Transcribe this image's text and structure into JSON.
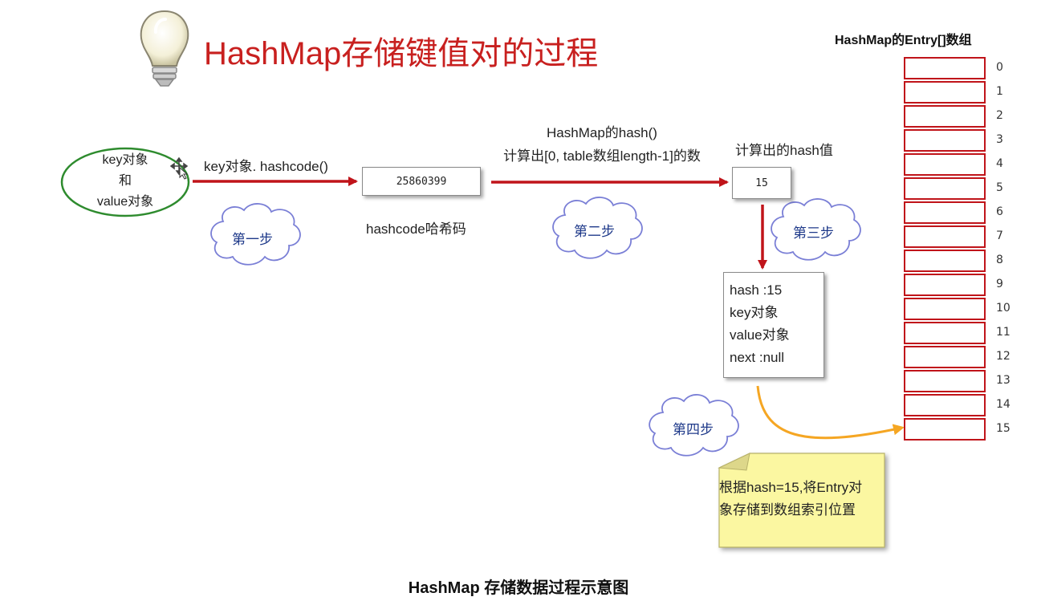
{
  "title": "HashMap存储键值对的过程",
  "array_title": "HashMap的Entry[]数组",
  "array_indices": [
    "0",
    "1",
    "2",
    "3",
    "4",
    "5",
    "6",
    "7",
    "8",
    "9",
    "10",
    "11",
    "12",
    "13",
    "14",
    "15"
  ],
  "source": {
    "line1": "key对象",
    "line2": "和",
    "line3": "value对象"
  },
  "arrow1_label": "key对象. hashcode()",
  "hashcode_value": "25860399",
  "hashcode_caption": "hashcode哈希码",
  "arrow2_label_line1": "HashMap的hash()",
  "arrow2_label_line2": "计算出[0, table数组length-1]的数",
  "hash_caption": "计算出的hash值",
  "hash_value": "15",
  "entry": {
    "line1": "hash :15",
    "line2": "key对象",
    "line3": "value对象",
    "line4": "next :null"
  },
  "steps": [
    "第一步",
    "第二步",
    "第三步",
    "第四步"
  ],
  "note": {
    "line1": "根据hash=15,将Entry对",
    "line2": "象存储到数组索引位置"
  },
  "caption": "HashMap 存储数据过程示意图",
  "colors": {
    "title_red": "#c8201f",
    "arrow_red": "#c0141a",
    "cell_border": "#c0141a",
    "ellipse_green": "#2e8b2e",
    "cloud_blue": "#7a7fd6",
    "orange_arrow": "#f5a623",
    "note_yellow": "#fbf7a1"
  },
  "icons": [
    "lightbulb-icon",
    "move-cursor-icon"
  ]
}
